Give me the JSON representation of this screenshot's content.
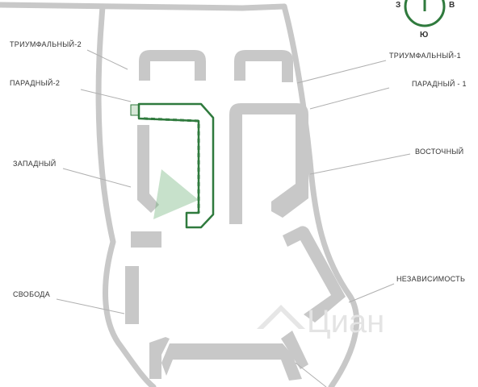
{
  "colors": {
    "road": "#c8c8c8",
    "building": "#c8c8c8",
    "highlight_stroke": "#2f7a3d",
    "highlight_fill": "#d8e8d8",
    "view_cone": "#5fa86a",
    "leader": "#b0b0b0",
    "label": "#333333",
    "compass": "#2f7a3d"
  },
  "compass": {
    "west": "З",
    "east": "В",
    "south": "Ю"
  },
  "labels": {
    "triumfalny_2": "ТРИУМФАЛЬНЫЙ-2",
    "paradny_2": "ПАРАДНЫЙ-2",
    "zapadny": "ЗАПАДНЫЙ",
    "svoboda": "СВОБОДА",
    "triumfalny_1": "ТРИУМФАЛЬНЫЙ-1",
    "paradny_1": "ПАРАДНЫЙ - 1",
    "vostochny": "ВОСТОЧНЫЙ",
    "nezavisimost": "НЕЗАВИСИМОСТЬ"
  },
  "watermark": {
    "text": "Циан",
    "icon": "cian-house-icon"
  },
  "highlighted_building": "paradny-2"
}
